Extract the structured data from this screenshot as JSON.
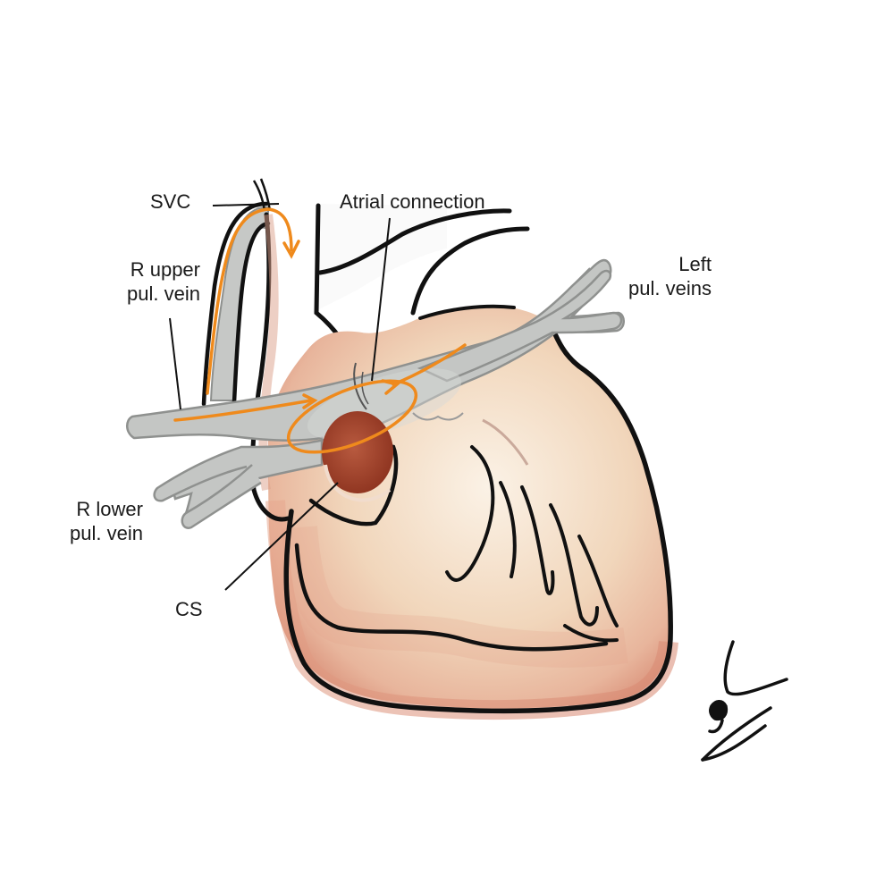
{
  "labels": {
    "svc": "SVC",
    "atrial_connection": "Atrial connection",
    "r_upper_pul_vein": [
      "R upper",
      "pul. vein"
    ],
    "left_pul_veins": [
      "Left",
      "pul. veins"
    ],
    "r_lower_pul_vein": [
      "R lower",
      "pul. vein"
    ],
    "cs": "CS"
  },
  "colors": {
    "outline": "#111111",
    "vein_fill": "#c4c6c4",
    "vein_stroke": "#8f918f",
    "flow_arrow": "#ef8a1c",
    "heart_pale": "#f3dcc3",
    "heart_shade": "#e2a58d",
    "coronary_sinus": "#a9452e"
  }
}
